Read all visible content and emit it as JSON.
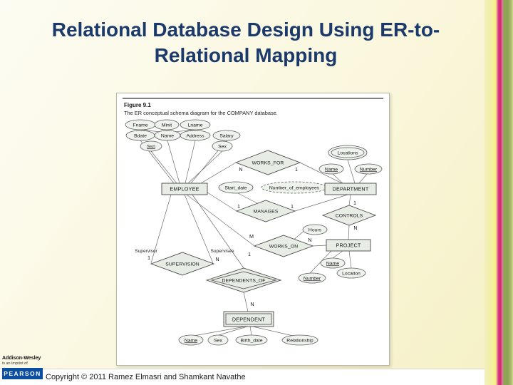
{
  "slide": {
    "title_line1": "Relational Database Design Using ER-to-",
    "title_line2": "Relational Mapping",
    "copyright": "Copyright © 2011 Ramez Elmasri and Shamkant Navathe",
    "imprint": {
      "name": "Addison-Wesley",
      "tagline": "is an imprint of",
      "publisher": "PEARSON"
    }
  },
  "figure": {
    "label": "Figure 9.1",
    "caption": "The ER conceptual schema diagram for the COMPANY database."
  },
  "diagram": {
    "entities": [
      {
        "label": "EMPLOYEE"
      },
      {
        "label": "DEPARTMENT"
      },
      {
        "label": "PROJECT"
      },
      {
        "label": "DEPENDENT"
      }
    ],
    "relationships": [
      {
        "label": "WORKS_FOR"
      },
      {
        "label": "MANAGES"
      },
      {
        "label": "CONTROLS"
      },
      {
        "label": "WORKS_ON"
      },
      {
        "label": "SUPERVISION"
      },
      {
        "label": "DEPENDENTS_OF"
      }
    ],
    "attributes": [
      {
        "label": "Fname"
      },
      {
        "label": "Minit"
      },
      {
        "label": "Lname"
      },
      {
        "label": "Bdate"
      },
      {
        "label": "Name"
      },
      {
        "label": "Address"
      },
      {
        "label": "Salary"
      },
      {
        "label": "Ssn"
      },
      {
        "label": "Sex"
      },
      {
        "label": "Start_date"
      },
      {
        "label": "Number_of_employees"
      },
      {
        "label": "Locations"
      },
      {
        "label": "Name"
      },
      {
        "label": "Number"
      },
      {
        "label": "Hours"
      },
      {
        "label": "Name"
      },
      {
        "label": "Number"
      },
      {
        "label": "Location"
      },
      {
        "label": "Name"
      },
      {
        "label": "Sex"
      },
      {
        "label": "Birth_date"
      },
      {
        "label": "Relationship"
      }
    ],
    "cardinalities": [
      "N",
      "1",
      "1",
      "1",
      "1",
      "N",
      "M",
      "N",
      "1",
      "N",
      "1",
      "N"
    ],
    "roles": [
      "Supervisor",
      "Supervisee"
    ]
  }
}
